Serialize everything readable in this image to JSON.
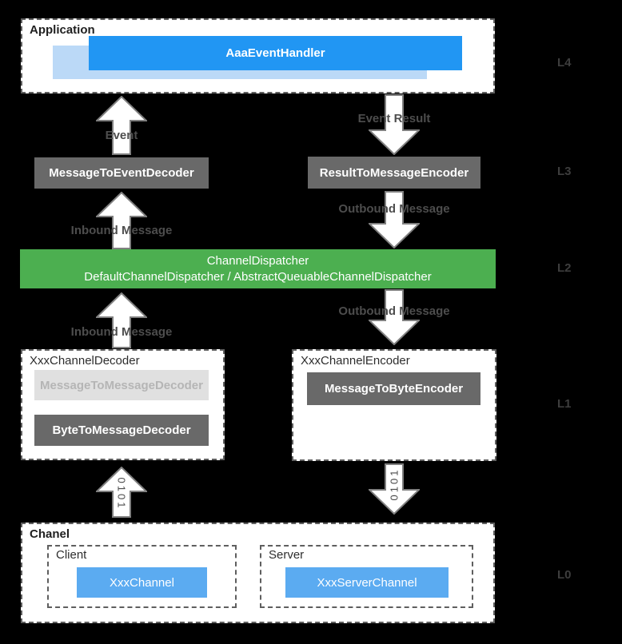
{
  "application": {
    "title": "Application",
    "handler": "AaaEventHandler"
  },
  "layer_labels": {
    "l4": "L4",
    "l3": "L3",
    "l2": "L2",
    "l1": "L1",
    "l0": "L0"
  },
  "arrows": {
    "event": "Event",
    "event_result": "Event Result",
    "inbound_message_l3": "Inbound Message",
    "outbound_message_l3": "Outbound Message",
    "inbound_message_l2": "Inbound Message",
    "outbound_message_l2": "Outbound Message",
    "bits_up": "0101",
    "bits_down": "0101"
  },
  "l3": {
    "decoder": "MessageToEventDecoder",
    "encoder": "ResultToMessageEncoder"
  },
  "dispatcher": {
    "line1": "ChannelDispatcher",
    "line2": "DefaultChannelDispatcher / AbstractQueuableChannelDispatcher"
  },
  "l1": {
    "decoder_group_label": "XxxChannelDecoder",
    "message_to_message_decoder": "MessageToMessageDecoder",
    "byte_to_message_decoder": "ByteToMessageDecoder",
    "encoder_group_label": "XxxChannelEncoder",
    "message_to_byte_encoder": "MessageToByteEncoder"
  },
  "channel": {
    "title": "Chanel",
    "client_label": "Client",
    "client_channel": "XxxChannel",
    "server_label": "Server",
    "server_channel": "XxxServerChannel"
  },
  "colors": {
    "accent_blue": "#2196f3",
    "shadow_light_blue": "#bbd9f7",
    "button_blue": "#5babf1",
    "dispatcher_green": "#4caf50",
    "handler_gray": "#696969",
    "disabled_gray": "#e0e0e0",
    "background": "#000000"
  }
}
